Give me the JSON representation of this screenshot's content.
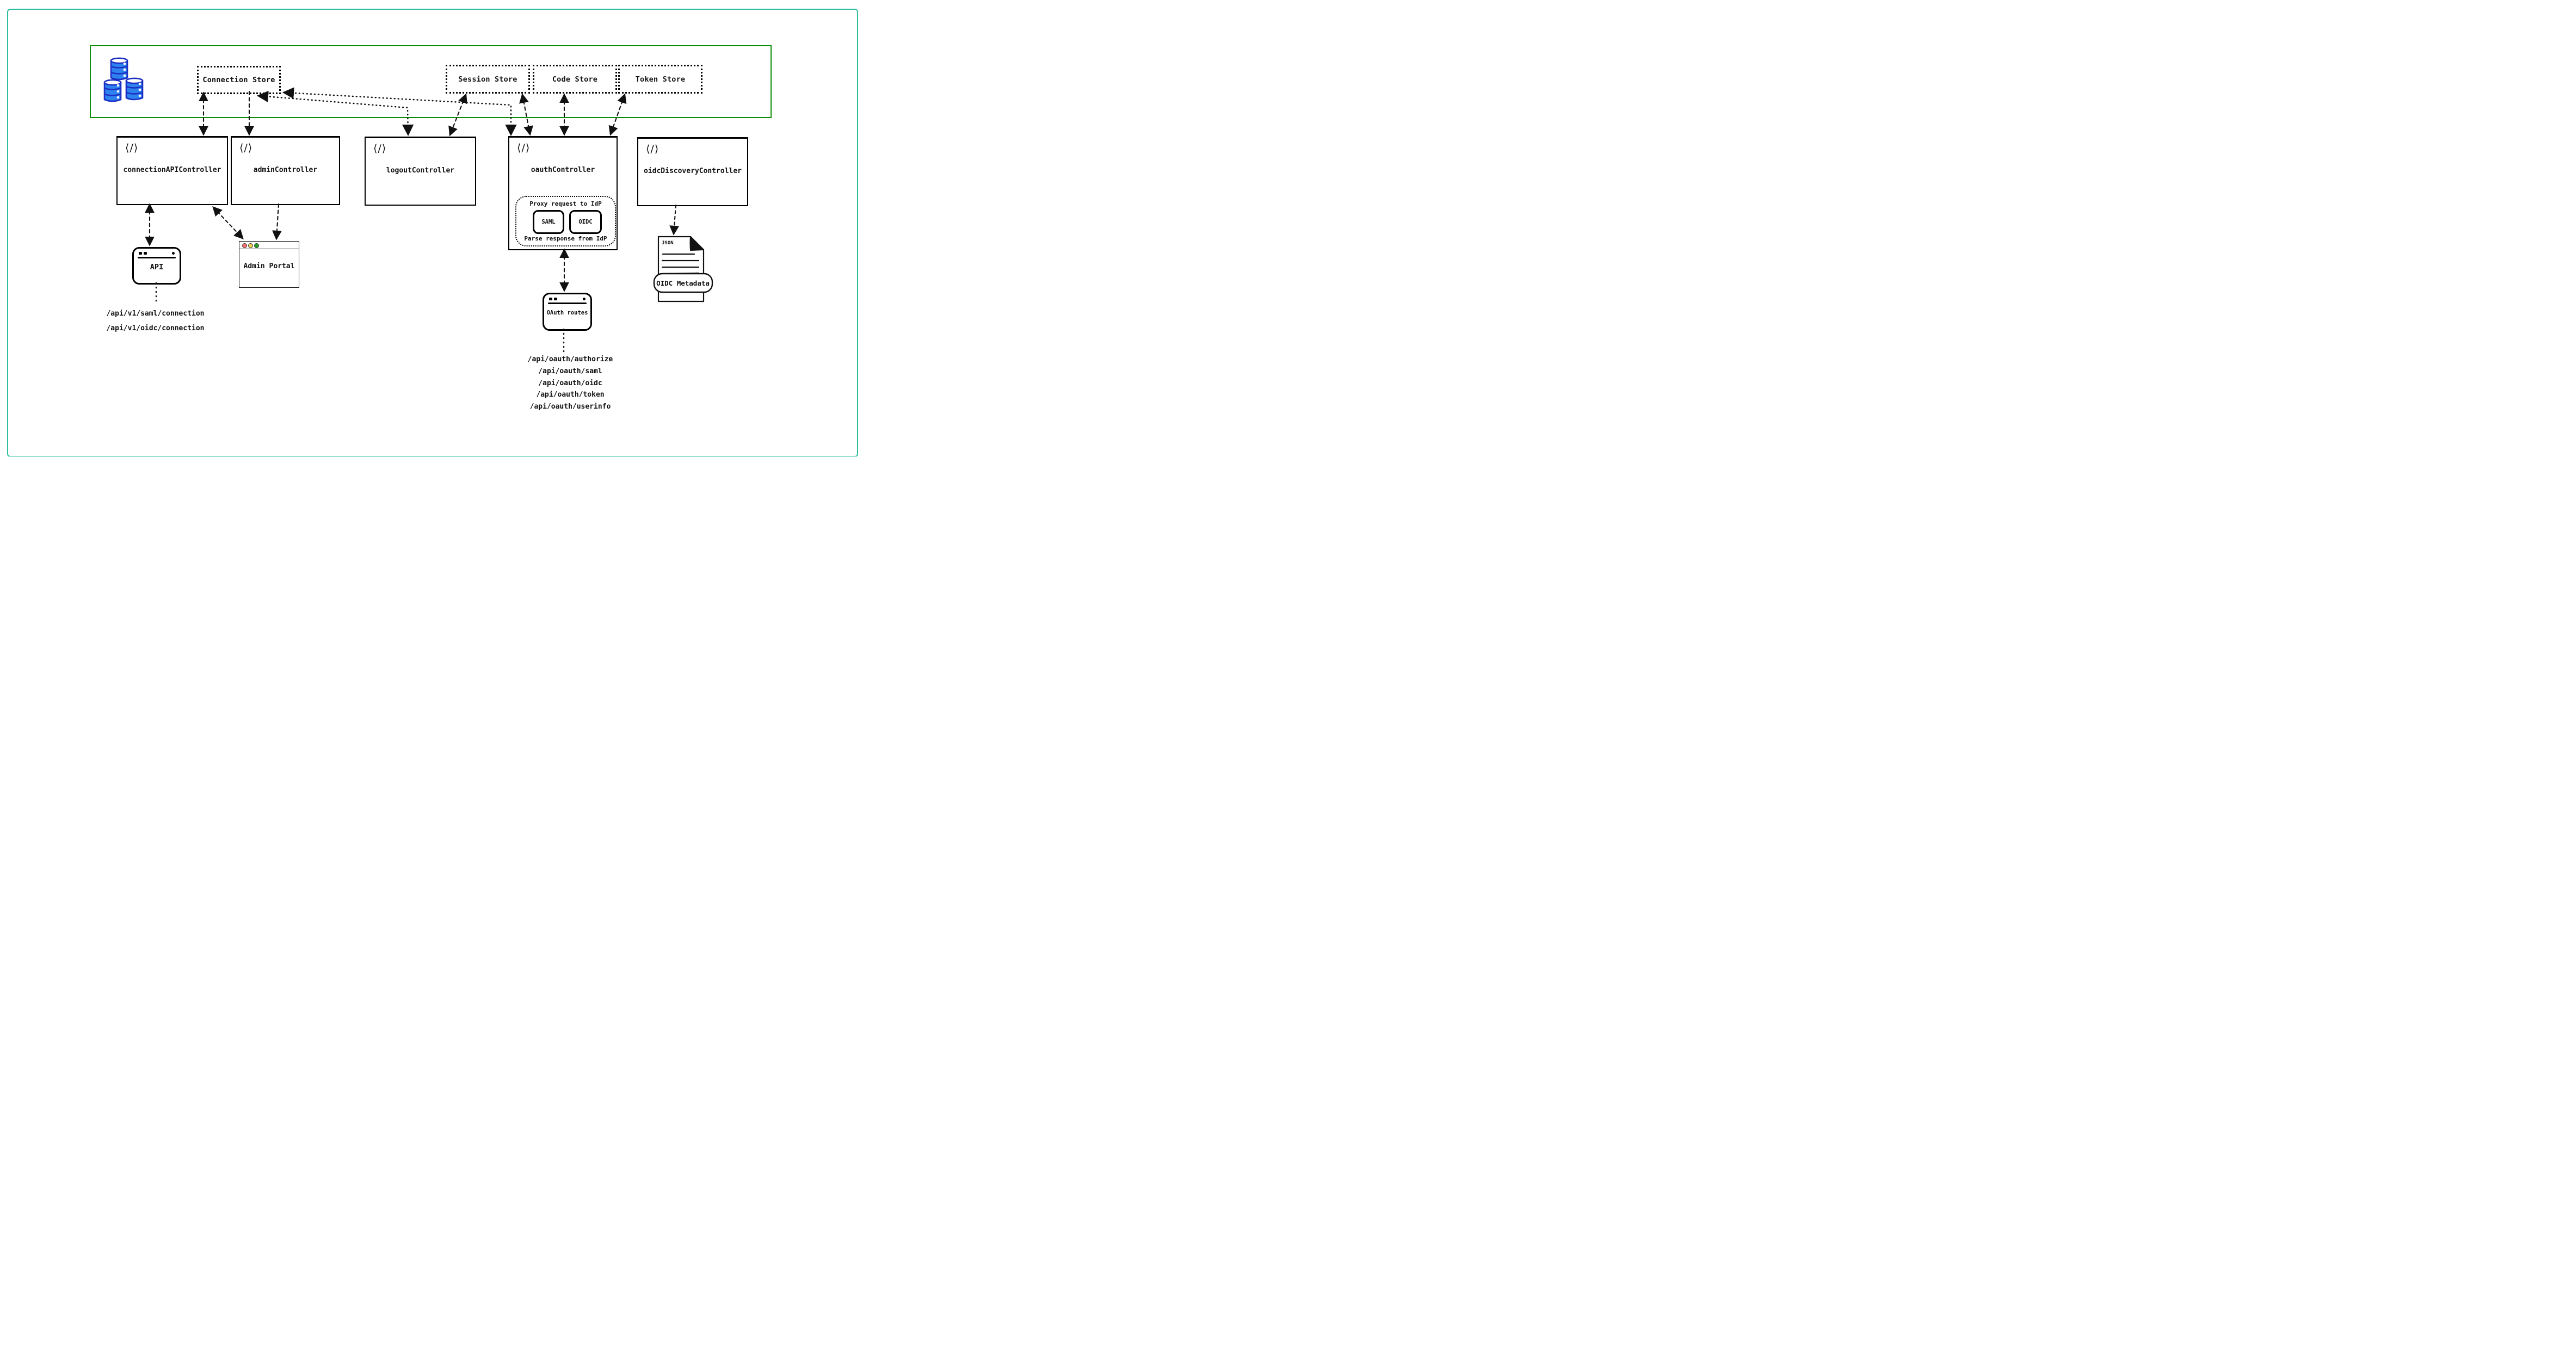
{
  "colors": {
    "frame_border": "#2cbc9e",
    "zone_border": "#0a8e08",
    "database_fill": "#2e82ee",
    "database_stroke": "#1c2fc4",
    "traffic_red": "#fb6d6d",
    "traffic_yellow": "#f7d154",
    "traffic_green": "#22a022",
    "line_color": "#111111"
  },
  "icons": {
    "code_glyph": "⟨/⟩",
    "database": "database-cylinders",
    "document": "json-file"
  },
  "data_zone": {
    "stores": [
      {
        "label": "Connection Store"
      },
      {
        "label": "Session Store"
      },
      {
        "label": "Code Store"
      },
      {
        "label": "Token Store"
      }
    ]
  },
  "controllers": [
    {
      "label": "connectionAPIController"
    },
    {
      "label": "adminController"
    },
    {
      "label": "logoutController"
    },
    {
      "label": "oauthController"
    },
    {
      "label": "oidcDiscoveryController"
    }
  ],
  "oauth_internals": {
    "proxy_label": "Proxy request to IdP",
    "saml_label": "SAML",
    "oidc_label": "OIDC",
    "parse_label": "Parse response from IdP"
  },
  "clients": {
    "api_window": {
      "title": "API",
      "endpoints": [
        "/api/v1/saml/connection",
        "/api/v1/oidc/connection"
      ]
    },
    "admin_portal": {
      "title": "Admin Portal"
    },
    "oauth_routes": {
      "title": "OAuth routes",
      "endpoints": [
        "/api/oauth/authorize",
        "/api/oauth/saml",
        "/api/oauth/oidc",
        "/api/oauth/token",
        "/api/oauth/userinfo"
      ]
    },
    "oidc_metadata": {
      "file_type": "JSON",
      "title": "OIDC Metadata"
    }
  }
}
